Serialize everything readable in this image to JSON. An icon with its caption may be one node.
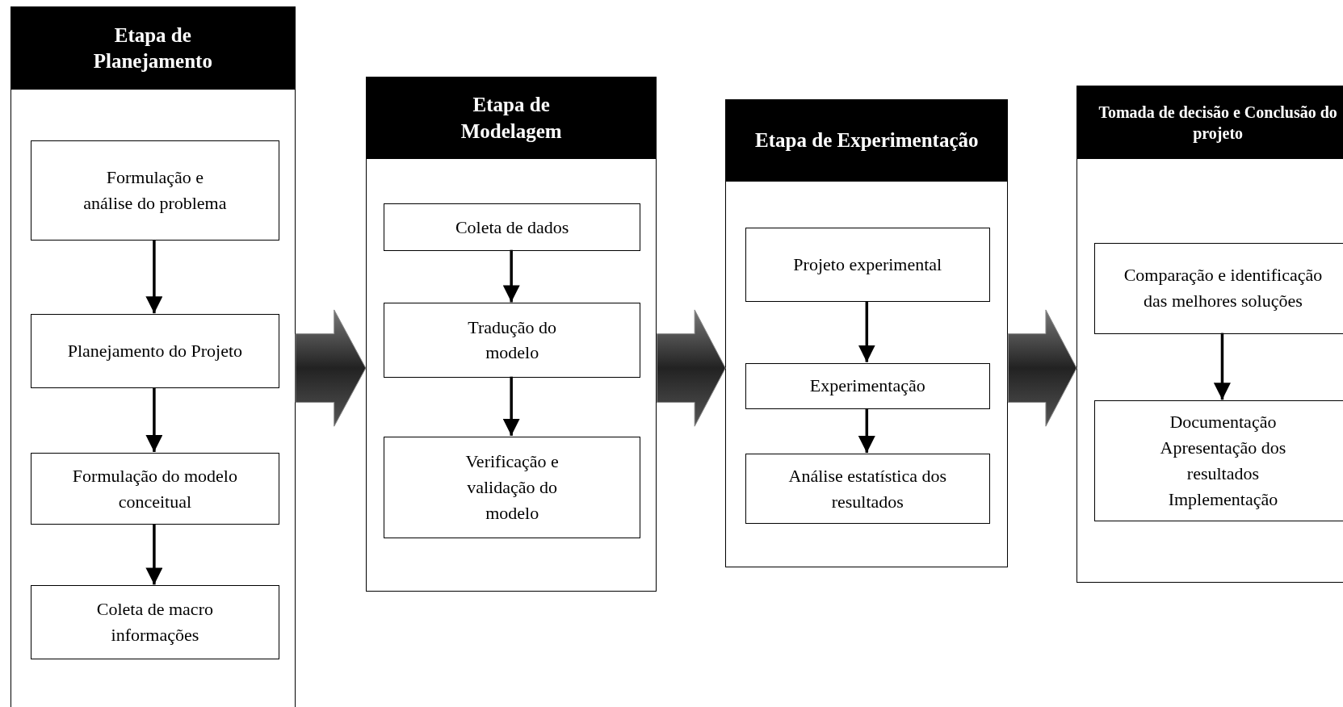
{
  "diagram": {
    "nodes": [
      {
        "text": [
          "Etapa de Planejamento"
        ]
      },
      {
        "text": [
          "Formulação e análise do problema"
        ],
        "in": 0
      },
      {
        "text": [
          "Planejamento do Projeto"
        ],
        "in": 0
      },
      {
        "text": [
          "Formulação do modelo conceitual"
        ],
        "in": 0
      },
      {
        "text": [
          "Coleta de macro informações"
        ],
        "in": 0
      },
      {
        "text": [
          "Etapa de Modelagem"
        ]
      },
      {
        "text": [
          "Coleta de dados"
        ],
        "in": 5
      },
      {
        "text": [
          "Tradução do modelo"
        ],
        "in": 5
      },
      {
        "text": [
          "Verificação e validação do modelo"
        ],
        "in": 5
      },
      {
        "text": [
          "Etapa de Experimentação"
        ]
      },
      {
        "text": [
          "Projeto experimental"
        ],
        "in": 9
      },
      {
        "text": [
          "Experimentação"
        ],
        "in": 9
      },
      {
        "text": [
          "Análise estatística dos resultados"
        ],
        "in": 9
      },
      {
        "text": [
          "Tomada de decisão e Conclusão do projeto"
        ]
      },
      {
        "text": [
          "Comparação e identificação das melhores soluções"
        ],
        "in": 13
      },
      {
        "text": [
          "Documentação Apresentação dos resultados Implementação"
        ],
        "in": 13
      }
    ],
    "edges": [
      {
        "from": 1,
        "to": 2,
        "arrow": "to"
      },
      {
        "from": 2,
        "to": 3,
        "arrow": "to"
      },
      {
        "from": 3,
        "to": 4,
        "arrow": "to"
      },
      {
        "from": 6,
        "to": 7,
        "arrow": "to"
      },
      {
        "from": 7,
        "to": 8,
        "arrow": "to"
      },
      {
        "from": 10,
        "to": 11,
        "arrow": "to"
      },
      {
        "from": 11,
        "to": 12,
        "arrow": "to"
      },
      {
        "from": 14,
        "to": 15,
        "arrow": "to"
      },
      {
        "from": 0,
        "to": 5,
        "arrow": "to",
        "style": "thick"
      },
      {
        "from": 5,
        "to": 9,
        "arrow": "to",
        "style": "thick"
      },
      {
        "from": 9,
        "to": 13,
        "arrow": "to",
        "style": "thick"
      }
    ]
  }
}
